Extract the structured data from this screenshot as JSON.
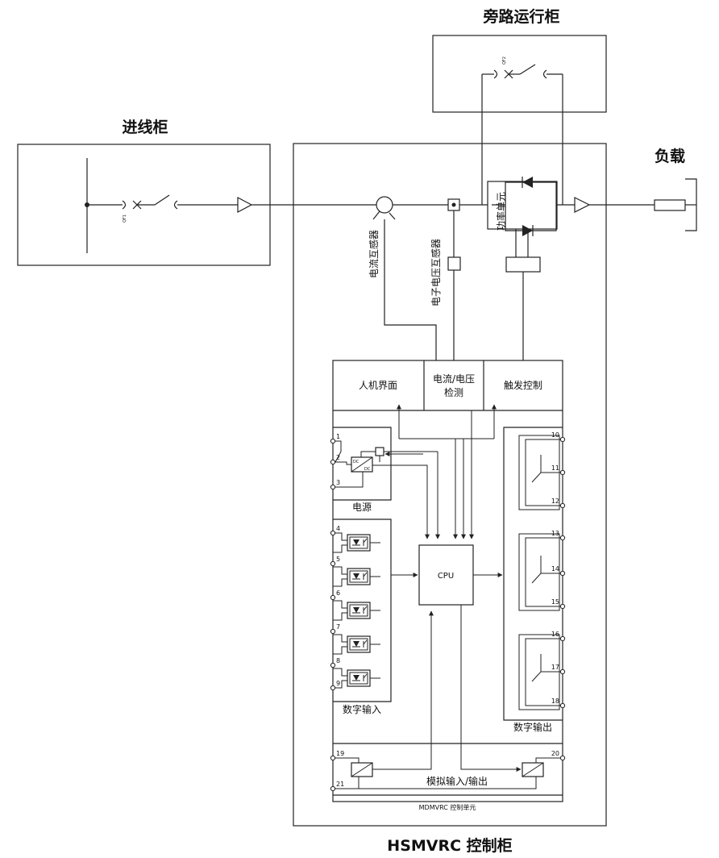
{
  "titles": {
    "bypass_cabinet": "旁路运行柜",
    "incoming_cabinet": "进线柜",
    "load": "负载",
    "control_cabinet": "HSMVRC 控制柜"
  },
  "breakers": {
    "qf1": "QF1",
    "qf2": "QF2"
  },
  "sensors": {
    "current": "电流互感器",
    "voltage": "电子电压互感器"
  },
  "power_unit": "功率单元",
  "control_blocks": {
    "hmi": "人机界面",
    "detect_line1": "电流/电压",
    "detect_line2": "检测",
    "trigger": "触发控制"
  },
  "cpu": "CPU",
  "power_supply": {
    "label": "电源",
    "dc_in": "DC",
    "dc_out": "DC"
  },
  "digital_input": "数字输入",
  "digital_output": "数字输出",
  "analog_io": "模拟输入/输出",
  "control_unit": "MDMVRC 控制单元",
  "terminals": [
    "1",
    "2",
    "3",
    "4",
    "5",
    "6",
    "7",
    "8",
    "9",
    "10",
    "11",
    "12",
    "13",
    "14",
    "15",
    "16",
    "17",
    "18",
    "19",
    "20",
    "21"
  ]
}
